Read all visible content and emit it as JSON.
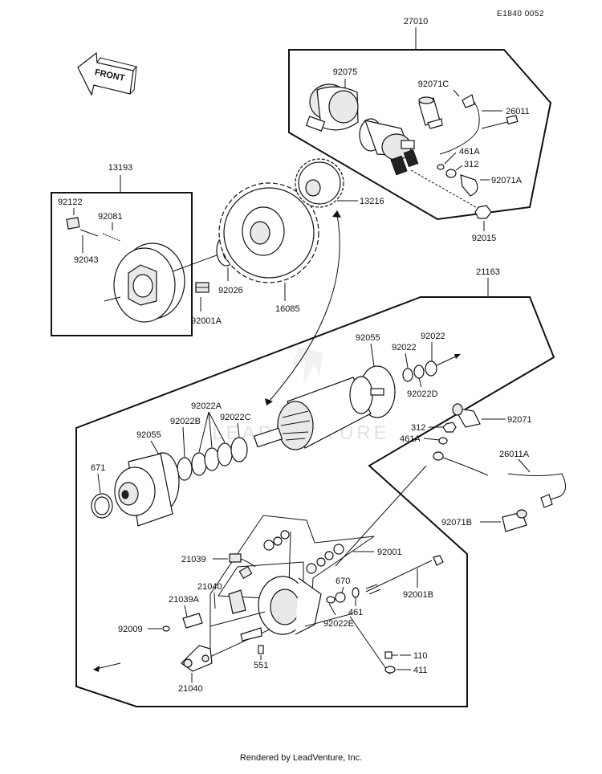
{
  "diagram_code": "E1840 0052",
  "front_arrow": "FRONT",
  "footer": "Rendered by LeadVenture, Inc.",
  "watermark": "LEADVENTURE",
  "labels": {
    "p27010": "27010",
    "p92075": "92075",
    "p92071C": "92071C",
    "p26011": "26011",
    "p461A_top": "461A",
    "p312_top": "312",
    "p92071A": "92071A",
    "p92015": "92015",
    "p13193": "13193",
    "p92122": "92122",
    "p92081": "92081",
    "p92043": "92043",
    "p92026": "92026",
    "p92001A": "92001A",
    "p16085": "16085",
    "p13216": "13216",
    "p21163": "21163",
    "p92055_top": "92055",
    "p92022_a": "92022",
    "p92022_b": "92022",
    "p92022D": "92022D",
    "p92022A": "92022A",
    "p92022B": "92022B",
    "p92022C": "92022C",
    "p92055_left": "92055",
    "p671": "671",
    "p312_mid": "312",
    "p461A_mid": "461A",
    "p92071": "92071",
    "p26011A": "26011A",
    "p92071B": "92071B",
    "p92001": "92001",
    "p21039": "21039",
    "p21040_a": "21040",
    "p21039A": "21039A",
    "p92009": "92009",
    "p670": "670",
    "p461": "461",
    "p92022E": "92022E",
    "p92001B": "92001B",
    "p551": "551",
    "p110": "110",
    "p411": "411",
    "p21040_b": "21040"
  }
}
